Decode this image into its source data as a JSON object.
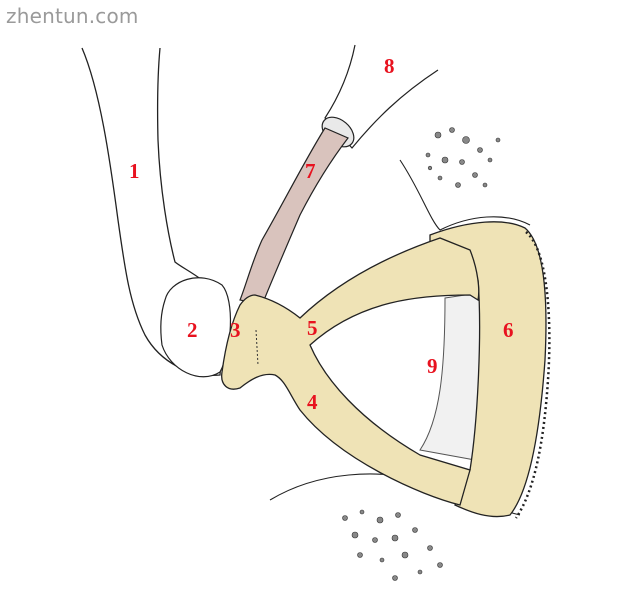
{
  "watermark": "zhentun.com",
  "labels": {
    "l1": "1",
    "l2": "2",
    "l3": "3",
    "l4": "4",
    "l5": "5",
    "l6": "6",
    "l7": "7",
    "l8": "8",
    "l9": "9"
  },
  "colors": {
    "bone": "#efe3b6",
    "tendon": "#d9c3bd",
    "membrane": "#f1f1f1",
    "outline": "#222222",
    "label": "#e8121f"
  }
}
